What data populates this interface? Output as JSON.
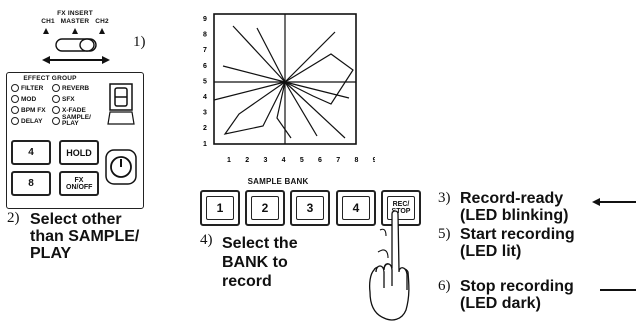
{
  "fx_insert": {
    "title": "FX INSERT",
    "options": [
      "CH1",
      "MASTER",
      "CH2"
    ],
    "callout": "1)"
  },
  "effect_group": {
    "title": "EFFECT GROUP",
    "items": [
      "FILTER",
      "REVERB",
      "MOD",
      "SFX",
      "BPM FX",
      "X-FADE",
      "DELAY",
      "SAMPLE/ PLAY"
    ]
  },
  "left_buttons": {
    "four": "4",
    "hold": "HOLD",
    "eight": "8",
    "fx_onoff": "FX ON/OFF"
  },
  "pad": {
    "y_ticks": [
      "9",
      "8",
      "7",
      "6",
      "5",
      "4",
      "3",
      "2",
      "1"
    ],
    "x_ticks": [
      "1",
      "2",
      "3",
      "4",
      "5",
      "6",
      "7",
      "8",
      "9"
    ]
  },
  "sample_bank": {
    "label": "SAMPLE BANK",
    "buttons": [
      "1",
      "2",
      "3",
      "4"
    ],
    "rec_stop": "REC/ STOP"
  },
  "steps": {
    "s2_num": "2)",
    "s2_text": "Select other than SAMPLE/ PLAY",
    "s4_num": "4)",
    "s4_text": "Select the BANK to record",
    "s3_num": "3)",
    "s3_text": "Record-ready (LED blinking)",
    "s5_num": "5)",
    "s5_text": "Start recording (LED lit)",
    "s6_num": "6)",
    "s6_text": "Stop recording (LED dark)"
  }
}
